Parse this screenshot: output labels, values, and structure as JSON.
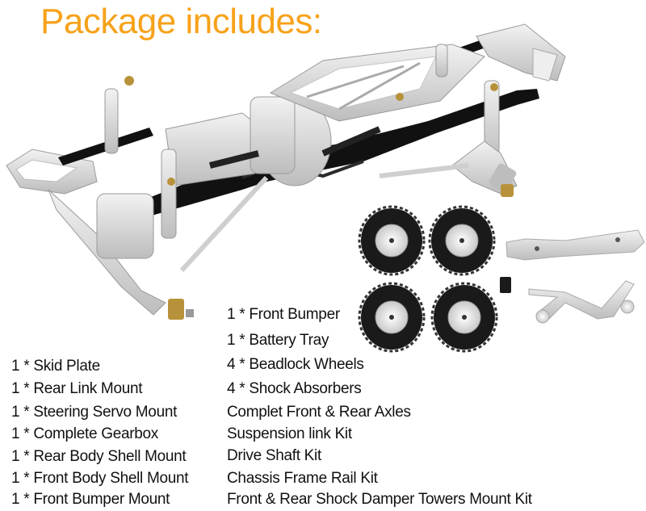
{
  "title": "Package includes:",
  "colors": {
    "title": "#F7A21B",
    "text": "#111111",
    "metal": "#d9d9d9",
    "rail": "#111111",
    "tire": "#1a1a1a",
    "brass": "#b8923a"
  },
  "image": {
    "subject": "rc-crawler-chassis-kit-photo",
    "loose_parts": [
      "beadlock-wheel",
      "beadlock-wheel",
      "beadlock-wheel",
      "beadlock-wheel",
      "front-bumper",
      "pinion-gear",
      "battery-tray"
    ]
  },
  "left_items": [
    "1 * Skid Plate",
    "1 * Rear Link Mount",
    "1 * Steering Servo Mount",
    "1 * Complete Gearbox",
    "1 * Rear Body Shell Mount",
    "1 * Front Body Shell Mount",
    "1 * Front Bumper Mount"
  ],
  "right_items": [
    "1 * Front Bumper",
    "1 * Battery Tray",
    "4 * Beadlock Wheels",
    "4 * Shock Absorbers",
    "Complet Front & Rear Axles",
    "Suspension link Kit",
    "Drive Shaft Kit",
    "Chassis Frame Rail Kit",
    "Front & Rear Shock Damper Towers Mount Kit"
  ]
}
